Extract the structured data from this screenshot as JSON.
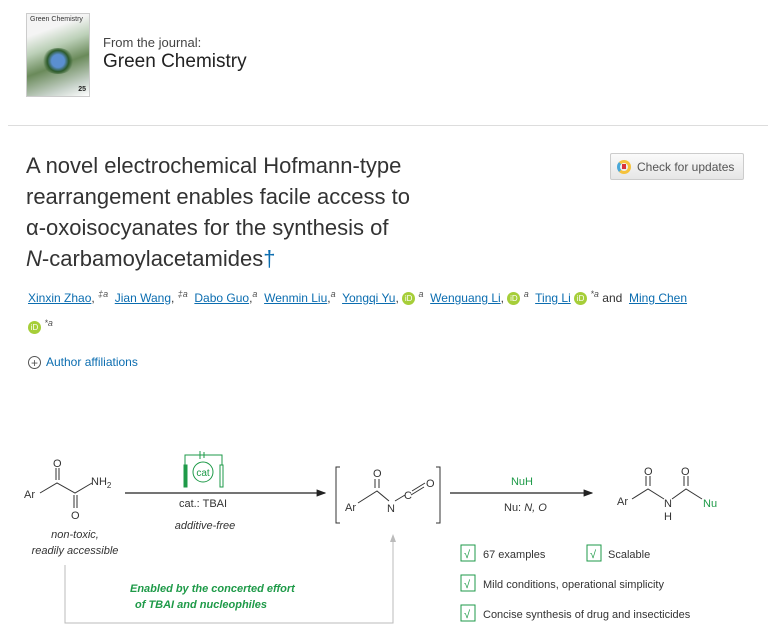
{
  "journal": {
    "cover_title": "Green Chemistry",
    "cover_issue": "25",
    "from_label": "From the journal:",
    "name": "Green Chemistry"
  },
  "article": {
    "title_lines": [
      "A novel electrochemical Hofmann-type",
      "rearrangement enables facile access to",
      "α-oxoisocyanates for the synthesis of"
    ],
    "title_last_italic": "N",
    "title_last_rest": "-carbamoylacetamides",
    "title_dagger": "†"
  },
  "check_updates": {
    "label": "Check for updates"
  },
  "authors": [
    {
      "name": "Xinxin Zhao",
      "marks": "‡",
      "sup": "a",
      "orcid": false
    },
    {
      "name": "Jian Wang",
      "marks": "‡",
      "sup": "a",
      "orcid": false
    },
    {
      "name": "Dabo Guo",
      "marks": "",
      "sup": "a",
      "orcid": false
    },
    {
      "name": "Wenmin Liu",
      "marks": "",
      "sup": "a",
      "orcid": false
    },
    {
      "name": "Yongqi Yu",
      "marks": "",
      "sup": "a",
      "orcid": true
    },
    {
      "name": "Wenguang Li",
      "marks": "",
      "sup": "a",
      "orcid": true
    },
    {
      "name": "Ting Li",
      "marks": "",
      "sup": "*a",
      "orcid": true
    },
    {
      "name": "Ming Chen",
      "marks": "",
      "sup": "*a",
      "orcid": true
    }
  ],
  "authors_and": "and",
  "orcid_label": "iD",
  "affiliations": {
    "label": "Author affiliations"
  },
  "scheme": {
    "sm": {
      "ar": "Ar",
      "o1": "O",
      "nh2": "NH",
      "sub2": "2",
      "o2": "O",
      "desc1": "non-toxic,",
      "desc2": "readily accessible"
    },
    "step1": {
      "cat_icon": "cat",
      "cat_label": "cat.: TBAI",
      "additive": "additive-free"
    },
    "inter": {
      "ar": "Ar",
      "o": "O",
      "n": "N",
      "c": "C",
      "o2": "O"
    },
    "step2": {
      "reagent": "NuH",
      "nu_label": "Nu: ",
      "nu_types": "N, O"
    },
    "product": {
      "ar": "Ar",
      "o1": "O",
      "o2": "O",
      "n": "N",
      "h": "H",
      "nu": "Nu"
    },
    "note1": "Enabled by the concerted effort",
    "note2": "of TBAI and nucleophiles",
    "features": [
      "67 examples",
      "Scalable",
      "Mild conditions, operational simplicity",
      "Concise synthesis of drug and insecticides"
    ],
    "check_glyph": "√",
    "accent": "#1e9a48"
  }
}
